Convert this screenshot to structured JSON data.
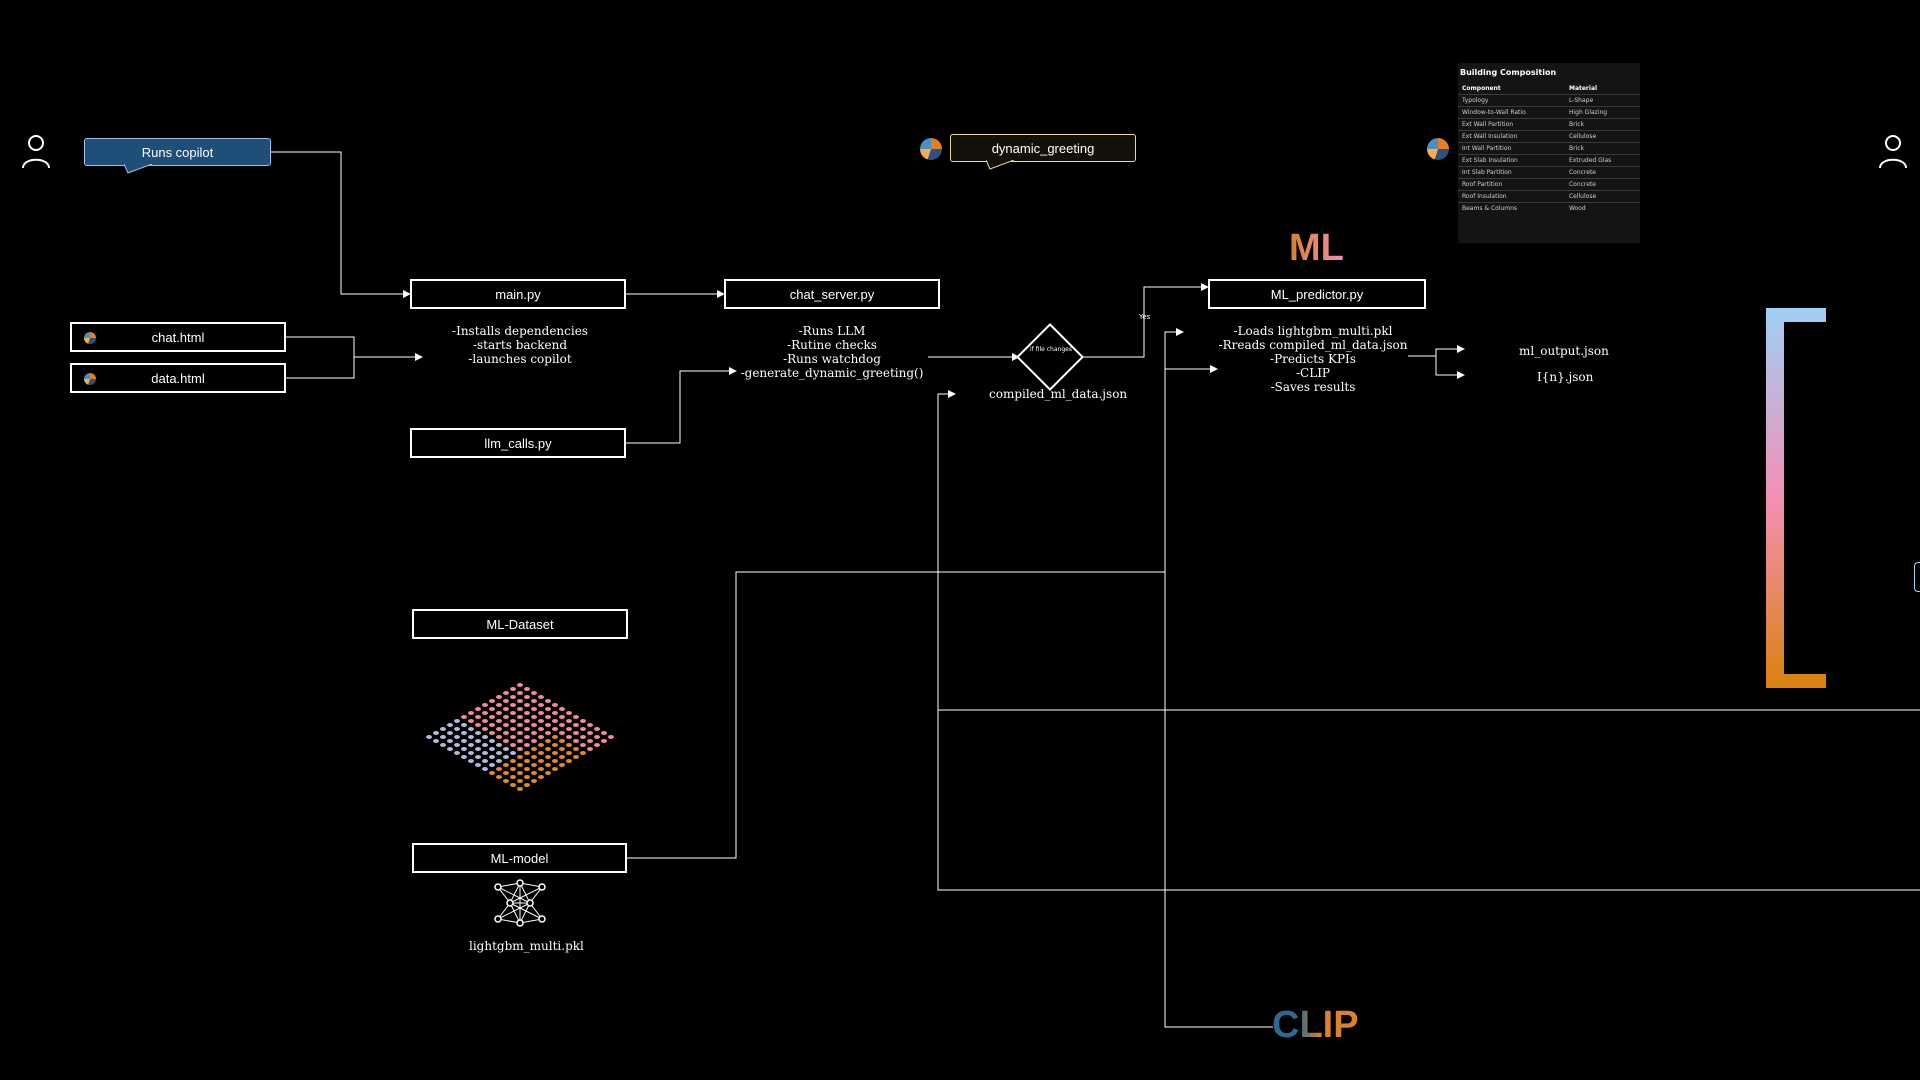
{
  "nodes": {
    "main_py": "main.py",
    "chat_server_py": "chat_server.py",
    "ml_predictor_py": "ML_predictor.py",
    "llm_calls_py": "llm_calls.py",
    "chat_html": "chat.html",
    "data_html": "data.html",
    "ml_dataset": "ML-Dataset",
    "ml_model": "ML-model"
  },
  "bubbles": {
    "runs_copilot": "Runs copilot",
    "dynamic_greeting": "dynamic_greeting"
  },
  "main_notes": [
    "-Installs dependencies",
    "-starts backend",
    "-launches copilot"
  ],
  "chat_server_notes": [
    "-Runs LLM",
    "-Rutine checks",
    "-Runs watchdog",
    "-generate_dynamic_greeting()"
  ],
  "predictor_notes": [
    "-Loads lightgbm_multi.pkl",
    "-Rreads compiled_ml_data.json",
    "-Predicts KPIs",
    "-CLIP",
    "-Saves results"
  ],
  "decision": {
    "text": "if file changes",
    "yes_label": "Yes"
  },
  "files": {
    "compiled": "compiled_ml_data.json",
    "ml_output": "ml_output.json",
    "i_n": "I{n}.json",
    "lightgbm": "lightgbm_multi.pkl"
  },
  "brand_words": {
    "ml": "ML",
    "clip": "CLIP"
  },
  "building_table": {
    "title": "Building Composition",
    "headers": [
      "Component",
      "Material"
    ],
    "rows": [
      [
        "Typology",
        "L-Shape"
      ],
      [
        "Window-to-Wall Ratio",
        "High Glazing"
      ],
      [
        "Ext Wall Partition",
        "Brick"
      ],
      [
        "Ext Wall Insulation",
        "Cellulose"
      ],
      [
        "Int Wall Partition",
        "Brick"
      ],
      [
        "Ext Slab Insulation",
        "Extruded Glas"
      ],
      [
        "Int Slab Partition",
        "Concrete"
      ],
      [
        "Roof Partition",
        "Concrete"
      ],
      [
        "Roof Insulation",
        "Cellulose"
      ],
      [
        "Beams & Columns",
        "Wood"
      ]
    ]
  },
  "colors": {
    "accent_blue": "#1f4e79",
    "greeting_border": "#e8d9a0",
    "ml_orange": "#d9822b",
    "ml_pink": "#f28fb0",
    "clip_blue": "#2c6a8f",
    "bracket_top": "#9fd0f5",
    "bracket_mid": "#f58fb5",
    "bracket_bottom": "#d9820f"
  }
}
